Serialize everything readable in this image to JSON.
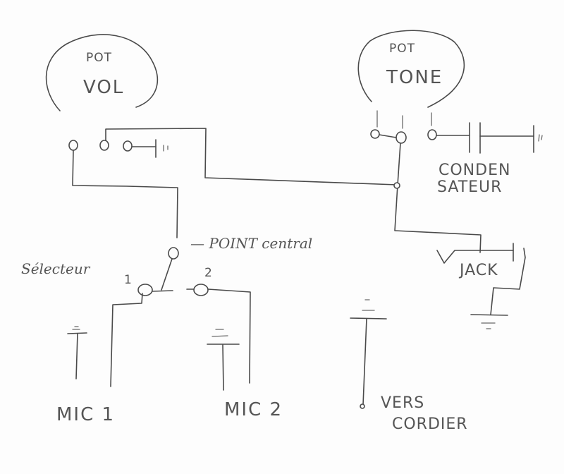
{
  "diagram": {
    "title": "Guitar wiring sketch (hand-drawn)",
    "colors": {
      "paper": "#fdfdfd",
      "pencil": "#4a4a4a",
      "text": "#555555"
    },
    "components": {
      "pot_vol": {
        "line1": "POT",
        "line2": "VOL"
      },
      "pot_tone": {
        "line1": "POT",
        "line2": "TONE"
      },
      "condensateur": {
        "line1": "CONDEN",
        "line2": "SATEUR"
      },
      "jack": {
        "label": "JACK"
      },
      "selecteur": {
        "label": "Sélecteur",
        "pos1": "1",
        "pos2": "2",
        "center_label": "— POINT central"
      },
      "mic1": {
        "label": "MIC 1"
      },
      "mic2": {
        "label": "MIC 2"
      },
      "cordier": {
        "line1": "VERS",
        "line2": "CORDIER"
      }
    },
    "ground_symbol": "ground-icon"
  }
}
